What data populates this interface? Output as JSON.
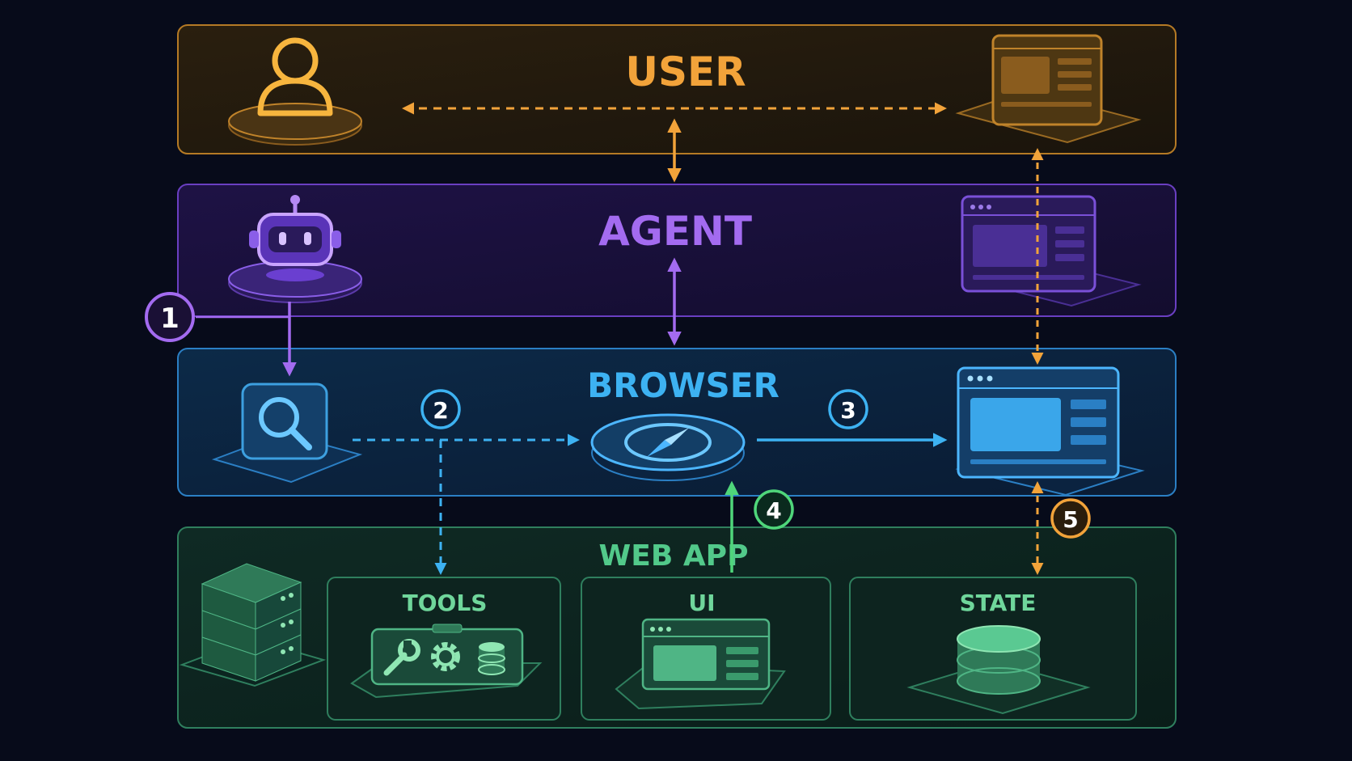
{
  "layers": {
    "user": {
      "label": "USER",
      "color": "#f2a33a"
    },
    "agent": {
      "label": "AGENT",
      "color": "#a36bf0"
    },
    "browser": {
      "label": "BROWSER",
      "color": "#3db2f2"
    },
    "webapp": {
      "label": "WEB APP",
      "color": "#52c98a"
    }
  },
  "modules": {
    "tools": "TOOLS",
    "ui": "UI",
    "state": "STATE"
  },
  "steps": [
    "1",
    "2",
    "3",
    "4",
    "5"
  ],
  "icons": {
    "user_layer": [
      "user-icon",
      "screen-icon"
    ],
    "agent_layer": [
      "robot-icon",
      "screen-icon"
    ],
    "browser_layer": [
      "search-icon",
      "compass-icon",
      "browser-window-icon"
    ],
    "webapp_layer": [
      "server-icon",
      "wrench-icon",
      "gear-icon",
      "database-icon",
      "ui-window-icon",
      "database-icon"
    ]
  }
}
